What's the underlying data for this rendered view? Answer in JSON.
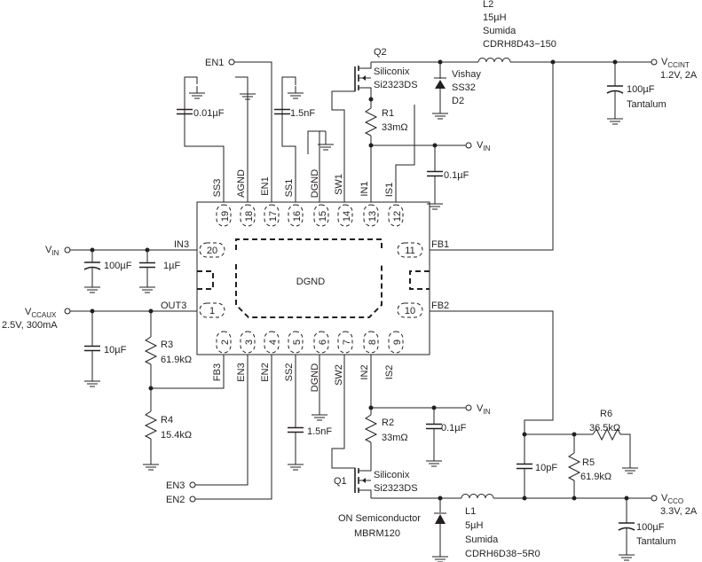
{
  "ic": {
    "center_label": "DGND",
    "pins": {
      "p1": "1",
      "p2": "2",
      "p3": "3",
      "p4": "4",
      "p5": "5",
      "p6": "6",
      "p7": "7",
      "p8": "8",
      "p9": "9",
      "p10": "10",
      "p11": "11",
      "p12": "12",
      "p13": "13",
      "p14": "14",
      "p15": "15",
      "p16": "16",
      "p17": "17",
      "p18": "18",
      "p19": "19",
      "p20": "20"
    },
    "top_signals": [
      "SS3",
      "AGND",
      "EN1",
      "SS1",
      "DGND",
      "SW1",
      "IN1",
      "IS1"
    ],
    "bottom_signals": [
      "FB3",
      "EN3",
      "EN2",
      "SS2",
      "DGND",
      "SW2",
      "IN2",
      "IS2"
    ],
    "in3": "IN3",
    "out3": "OUT3",
    "fb1": "FB1",
    "fb2": "FB2"
  },
  "nets": {
    "en1": "EN1",
    "en2": "EN2",
    "en3": "EN3",
    "vin": "V",
    "vin_sub": "IN",
    "vccaux": "V",
    "vccaux_sub": "CCAUX",
    "vccaux_spec": "2.5V, 300mA",
    "vccint": "V",
    "vccint_sub": "CCINT",
    "vccint_spec": "1.2V, 2A",
    "vcco": "V",
    "vcco_sub": "CCO",
    "vcco_spec": "3.3V, 2A"
  },
  "components": {
    "c_ss3": "0.01µF",
    "c_ss1": "1.5nF",
    "c_ss2": "1.5nF",
    "c_in1": "0.1µF",
    "c_in2": "0.1µF",
    "c_vin_big": "100µF",
    "c_vin_small": "1µF",
    "c_aux": "10µF",
    "c_int_val": "100µF",
    "c_int_type": "Tantalum",
    "c_cco_val": "100µF",
    "c_cco_type": "Tantalum",
    "c_fb": "10pF",
    "r1_name": "R1",
    "r1_val": "33mΩ",
    "r2_name": "R2",
    "r2_val": "33mΩ",
    "r3_name": "R3",
    "r3_val": "61.9kΩ",
    "r4_name": "R4",
    "r4_val": "15.4kΩ",
    "r5_name": "R5",
    "r5_val": "61.9kΩ",
    "r6_name": "R6",
    "r6_val": "36.5kΩ",
    "q2_name": "Q2",
    "q2_mfr": "Siliconix",
    "q2_part": "Si2323DS",
    "q1_name": "Q1",
    "q1_mfr": "Siliconix",
    "q1_part": "Si2323DS",
    "l2_name": "L2",
    "l2_val": "15µH",
    "l2_mfr": "Sumida",
    "l2_part": "CDRH8D43−150",
    "l1_name": "L1",
    "l1_val": "5µH",
    "l1_mfr": "Sumida",
    "l1_part": "CDRH6D38−5R0",
    "d2_mfr": "Vishay",
    "d2_part": "SS32",
    "d2_name": "D2",
    "d1_mfr": "ON Semiconductor",
    "d1_part": "MBRM120"
  }
}
